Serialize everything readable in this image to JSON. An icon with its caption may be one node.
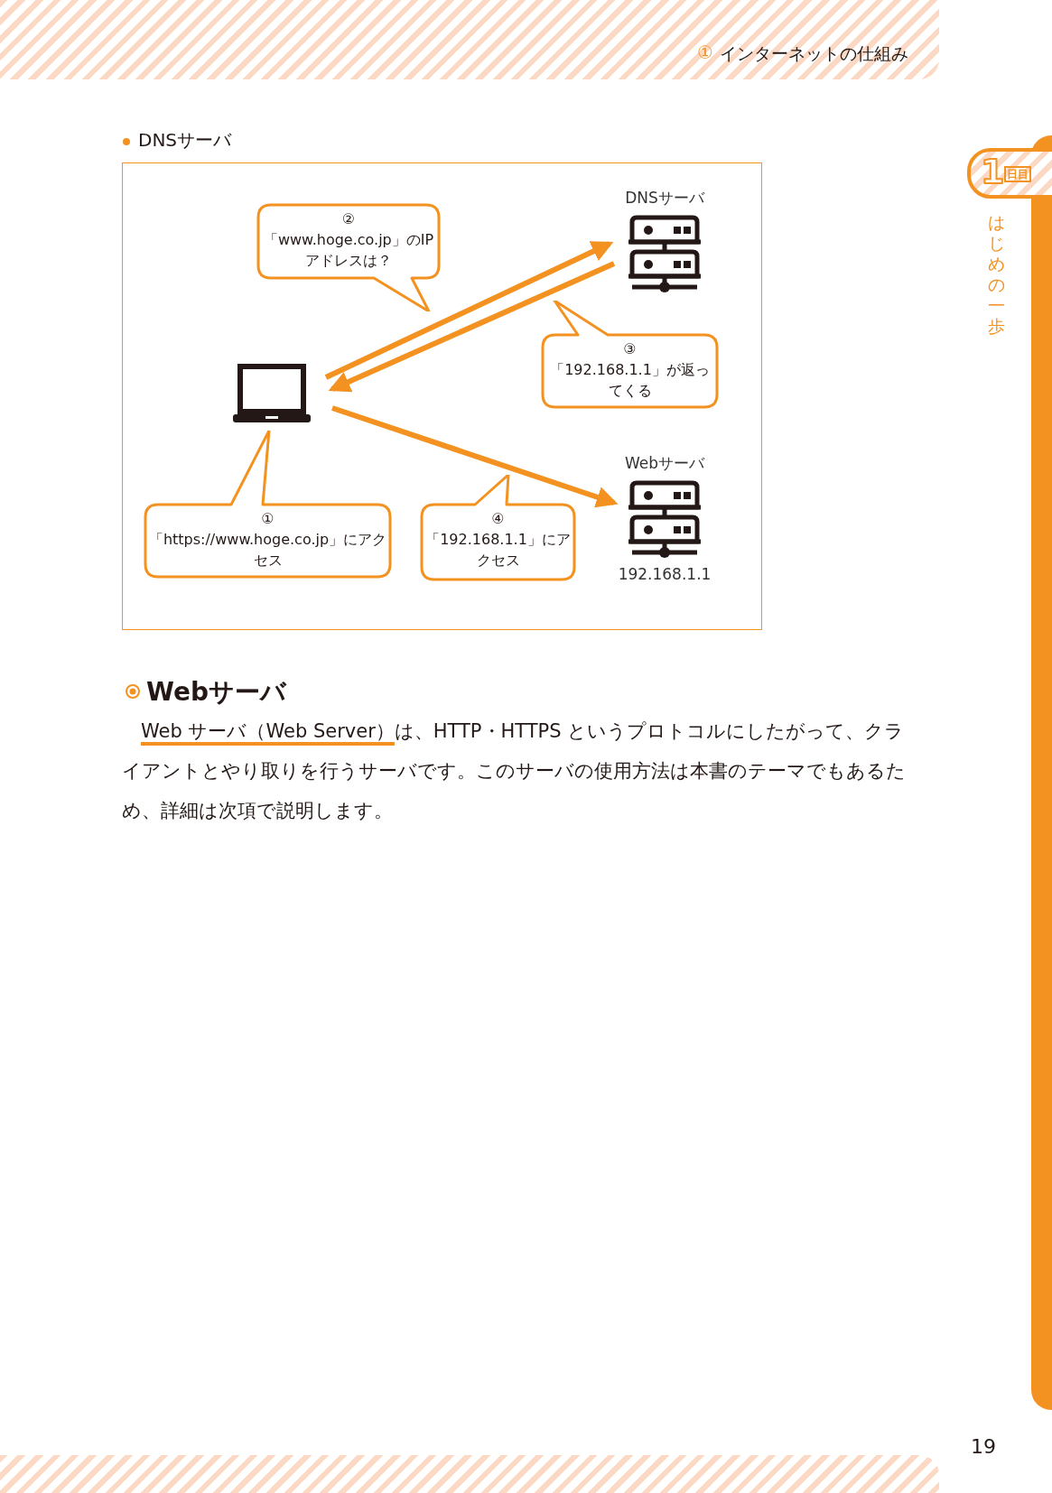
{
  "diagram": {
    "title": "DNSサーバ",
    "nodes": [
      {
        "text": [],
        "shape": "laptop"
      },
      {
        "text": [
          "DNSサーバ"
        ]
      },
      {
        "text": [
          "Webサーバ"
        ],
        "beside": [
          "192.168.1.1"
        ]
      },
      {
        "text": [
          "①",
          "「https://www.hoge.co.jp」にアクセス"
        ]
      },
      {
        "text": [
          "②",
          "「www.hoge.co.jp」のIPアドレスは？"
        ]
      },
      {
        "text": [
          "③",
          "「192.168.1.1」が返ってくる"
        ]
      },
      {
        "text": [
          "④",
          "「192.168.1.1」にアクセス"
        ]
      }
    ],
    "edges": [
      {
        "from": 0,
        "to": 1,
        "arrow": "to"
      },
      {
        "from": 1,
        "to": 0,
        "arrow": "to"
      },
      {
        "from": 0,
        "to": 2,
        "arrow": "to"
      }
    ],
    "labels": [
      "①",
      "インターネットの仕組み",
      "1",
      "日目",
      "はじめの一歩",
      "Webサーバ",
      "Web サーバ（Web Server）",
      "は、HTTP・HTTPS というプロトコルにしたがって、クライアントとやり取りを行うサーバです。このサーバの使用方法は本書のテーマでもあるため、詳細は次項で説明します。",
      "19"
    ]
  }
}
